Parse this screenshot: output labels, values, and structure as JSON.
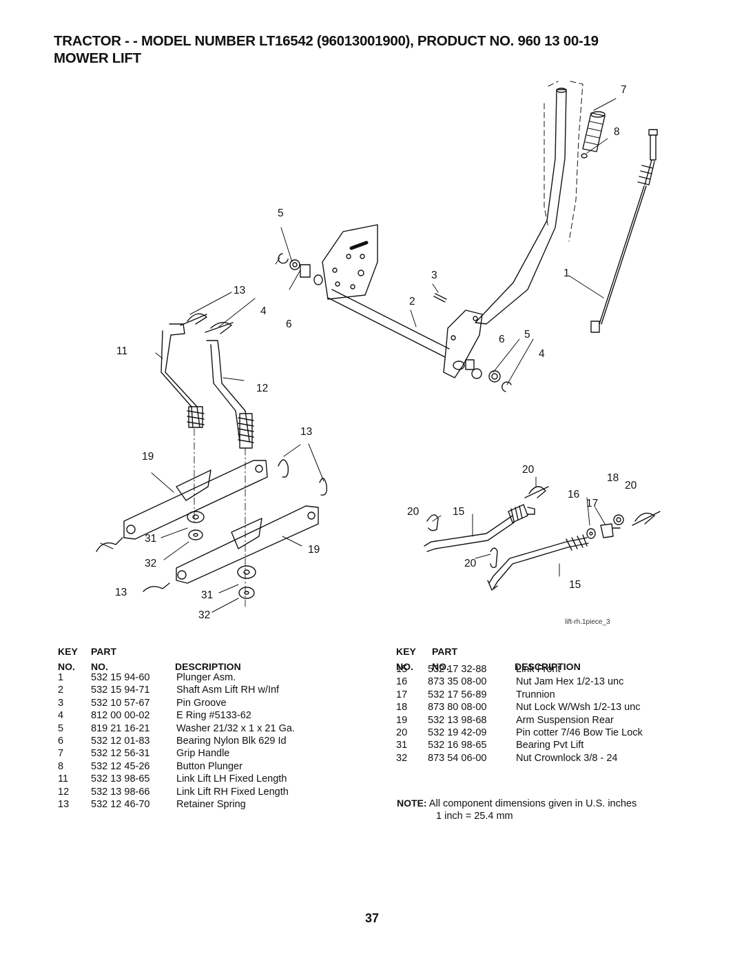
{
  "header": {
    "title": "TRACTOR - - MODEL NUMBER LT16542 (96013001900), PRODUCT NO. 960 13 00-19",
    "subtitle": "MOWER LIFT"
  },
  "diagram": {
    "reference": "lift-rh.1piece_3",
    "callouts": [
      "7",
      "8",
      "5",
      "1",
      "3",
      "13",
      "2",
      "4",
      "6",
      "6",
      "5",
      "11",
      "4",
      "12",
      "13",
      "19",
      "20",
      "18",
      "20",
      "16",
      "17",
      "20",
      "15",
      "31",
      "19",
      "32",
      "20",
      "13",
      "31",
      "15",
      "32"
    ]
  },
  "table_headers": {
    "key": "KEY",
    "part": "PART",
    "no1": "NO.",
    "no2": "NO.",
    "description": "DESCRIPTION"
  },
  "parts_left": [
    {
      "key": "1",
      "part": "532 15 94-60",
      "desc": "Plunger Asm."
    },
    {
      "key": "2",
      "part": "532 15 94-71",
      "desc": "Shaft Asm Lift RH w/Inf"
    },
    {
      "key": "3",
      "part": "532 10 57-67",
      "desc": "Pin Groove"
    },
    {
      "key": "4",
      "part": "812 00 00-02",
      "desc": "E Ring #5133-62"
    },
    {
      "key": "5",
      "part": "819 21 16-21",
      "desc": "Washer 21/32 x 1 x 21 Ga."
    },
    {
      "key": "6",
      "part": "532 12 01-83",
      "desc": "Bearing Nylon Blk 629 Id"
    },
    {
      "key": "7",
      "part": "532 12 56-31",
      "desc": "Grip Handle"
    },
    {
      "key": "8",
      "part": "532 12 45-26",
      "desc": "Button Plunger"
    },
    {
      "key": "11",
      "part": "532 13 98-65",
      "desc": "Link Lift LH Fixed Length"
    },
    {
      "key": "12",
      "part": "532 13 98-66",
      "desc": "Link Lift RH Fixed Length"
    },
    {
      "key": "13",
      "part": "532 12 46-70",
      "desc": "Retainer Spring"
    }
  ],
  "parts_right": [
    {
      "key": "15",
      "part": "532 17 32-88",
      "desc": "Link Front"
    },
    {
      "key": "16",
      "part": "873 35 08-00",
      "desc": "Nut Jam Hex 1/2-13 unc"
    },
    {
      "key": "17",
      "part": "532 17 56-89",
      "desc": "Trunnion"
    },
    {
      "key": "18",
      "part": "873 80 08-00",
      "desc": "Nut Lock W/Wsh 1/2-13 unc"
    },
    {
      "key": "19",
      "part": "532 13 98-68",
      "desc": "Arm Suspension Rear"
    },
    {
      "key": "20",
      "part": "532 19 42-09",
      "desc": "Pin cotter 7/46 Bow Tie Lock"
    },
    {
      "key": "31",
      "part": "532 16 98-65",
      "desc": "Bearing Pvt Lift"
    },
    {
      "key": "32",
      "part": "873 54 06-00",
      "desc": "Nut Crownlock 3/8 - 24"
    }
  ],
  "note": {
    "label": "NOTE:",
    "text": "All component dimensions given in U.S. inches",
    "conversion": "1 inch = 25.4 mm"
  },
  "page_number": "37"
}
